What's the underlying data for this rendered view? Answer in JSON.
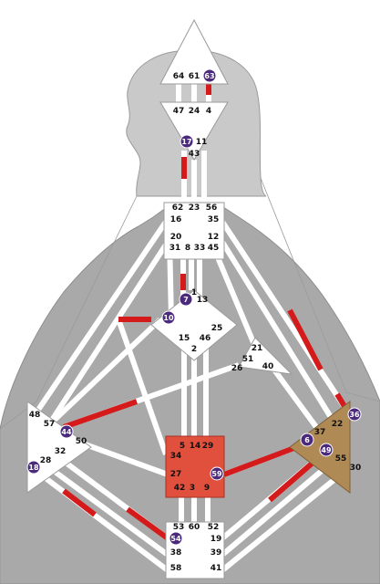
{
  "colors": {
    "background": "#ffffff",
    "silhouette_fill": "#c9c9c9",
    "silhouette_stroke": "#9a9a9a",
    "body_fill": "#a9a9a9",
    "channel_line": "#ffffff",
    "channel_active": "#d41a1a",
    "center_undefined": "#ffffff",
    "center_defined_sacral": "#e0503c",
    "center_defined_solar": "#b08a55",
    "gate_active_fill": "#4b2a7d",
    "gate_text": "#111111"
  },
  "centers": [
    {
      "id": "head",
      "defined": false,
      "gates": [
        {
          "n": "64",
          "active": false
        },
        {
          "n": "61",
          "active": false
        },
        {
          "n": "63",
          "active": true
        }
      ]
    },
    {
      "id": "ajna",
      "defined": false,
      "gates": [
        {
          "n": "47",
          "active": false
        },
        {
          "n": "24",
          "active": false
        },
        {
          "n": "4",
          "active": false
        },
        {
          "n": "17",
          "active": true
        },
        {
          "n": "11",
          "active": false
        },
        {
          "n": "43",
          "active": false
        }
      ]
    },
    {
      "id": "throat",
      "defined": false,
      "gates": [
        {
          "n": "62",
          "active": false
        },
        {
          "n": "23",
          "active": false
        },
        {
          "n": "56",
          "active": false
        },
        {
          "n": "16",
          "active": false
        },
        {
          "n": "35",
          "active": false
        },
        {
          "n": "20",
          "active": false
        },
        {
          "n": "12",
          "active": false
        },
        {
          "n": "31",
          "active": false
        },
        {
          "n": "8",
          "active": false
        },
        {
          "n": "33",
          "active": false
        },
        {
          "n": "45",
          "active": false
        }
      ]
    },
    {
      "id": "g-center",
      "defined": false,
      "gates": [
        {
          "n": "1",
          "active": false
        },
        {
          "n": "7",
          "active": true
        },
        {
          "n": "13",
          "active": false
        },
        {
          "n": "10",
          "active": true
        },
        {
          "n": "25",
          "active": false
        },
        {
          "n": "15",
          "active": false
        },
        {
          "n": "46",
          "active": false
        },
        {
          "n": "2",
          "active": false
        }
      ]
    },
    {
      "id": "heart",
      "defined": false,
      "gates": [
        {
          "n": "21",
          "active": false
        },
        {
          "n": "51",
          "active": false
        },
        {
          "n": "26",
          "active": false
        },
        {
          "n": "40",
          "active": false
        }
      ]
    },
    {
      "id": "spleen",
      "defined": false,
      "gates": [
        {
          "n": "48",
          "active": false
        },
        {
          "n": "57",
          "active": false
        },
        {
          "n": "44",
          "active": true
        },
        {
          "n": "50",
          "active": false
        },
        {
          "n": "32",
          "active": false
        },
        {
          "n": "28",
          "active": false
        },
        {
          "n": "18",
          "active": true
        }
      ]
    },
    {
      "id": "sacral",
      "defined": true,
      "gates": [
        {
          "n": "5",
          "active": false
        },
        {
          "n": "14",
          "active": false
        },
        {
          "n": "29",
          "active": false
        },
        {
          "n": "34",
          "active": false
        },
        {
          "n": "27",
          "active": false
        },
        {
          "n": "59",
          "active": true
        },
        {
          "n": "42",
          "active": false
        },
        {
          "n": "3",
          "active": false
        },
        {
          "n": "9",
          "active": false
        }
      ]
    },
    {
      "id": "solar-plexus",
      "defined": true,
      "gates": [
        {
          "n": "36",
          "active": true
        },
        {
          "n": "22",
          "active": false
        },
        {
          "n": "37",
          "active": false
        },
        {
          "n": "6",
          "active": true
        },
        {
          "n": "49",
          "active": true
        },
        {
          "n": "55",
          "active": false
        },
        {
          "n": "30",
          "active": false
        }
      ]
    },
    {
      "id": "root",
      "defined": false,
      "gates": [
        {
          "n": "53",
          "active": false
        },
        {
          "n": "60",
          "active": false
        },
        {
          "n": "52",
          "active": false
        },
        {
          "n": "54",
          "active": true
        },
        {
          "n": "19",
          "active": false
        },
        {
          "n": "38",
          "active": false
        },
        {
          "n": "39",
          "active": false
        },
        {
          "n": "58",
          "active": false
        },
        {
          "n": "41",
          "active": false
        }
      ]
    }
  ]
}
